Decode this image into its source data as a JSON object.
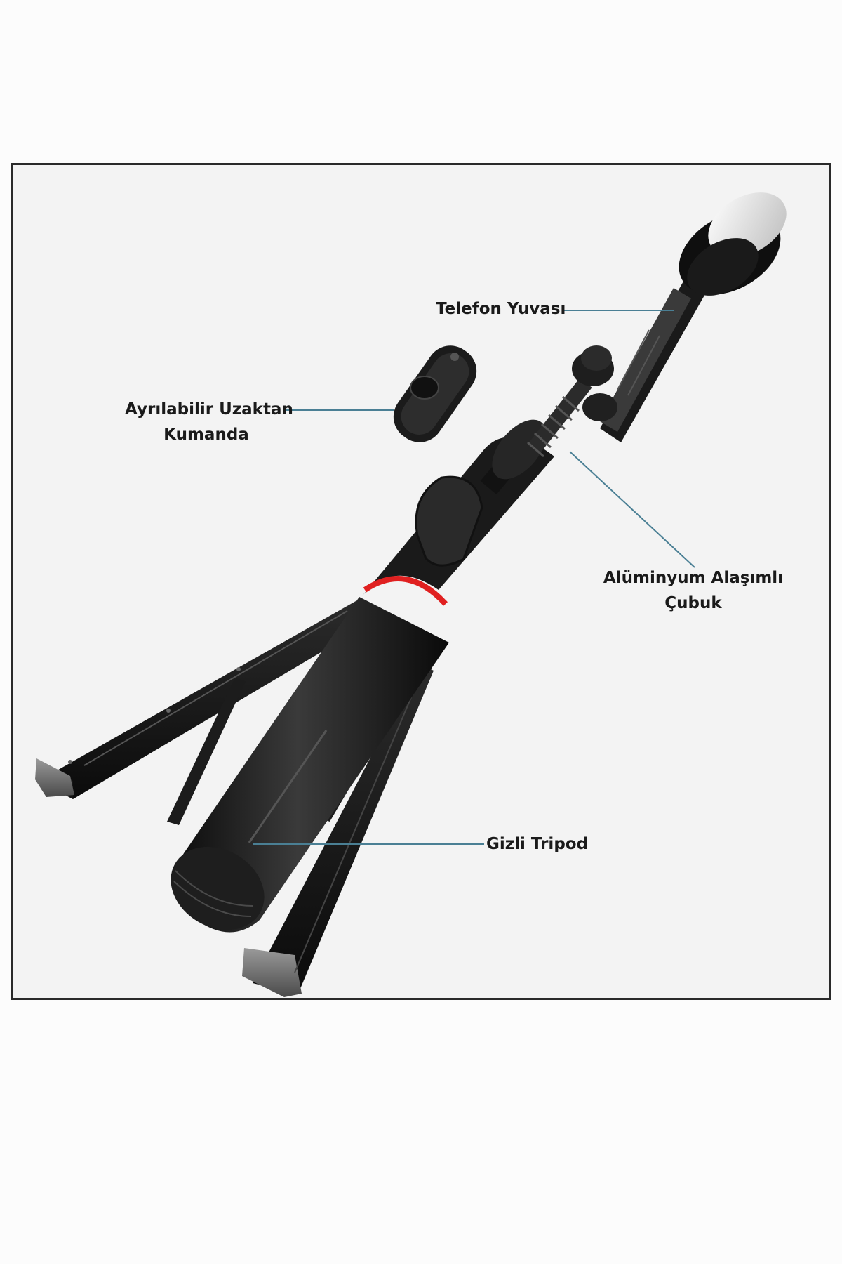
{
  "labels": {
    "phone_holder": "Telefon Yuvası",
    "remote_line1": "Ayrılabilir Uzaktan",
    "remote_line2": "Kumanda",
    "rod_line1": "Alüminyum Alaşımlı",
    "rod_line2": "Çubuk",
    "tripod": "Gizli Tripod"
  },
  "colors": {
    "callout_line": "#4a7f94",
    "accent_ring": "#e02020",
    "product_body": "#1b1b1b",
    "frame_border": "#2a2a2a"
  }
}
